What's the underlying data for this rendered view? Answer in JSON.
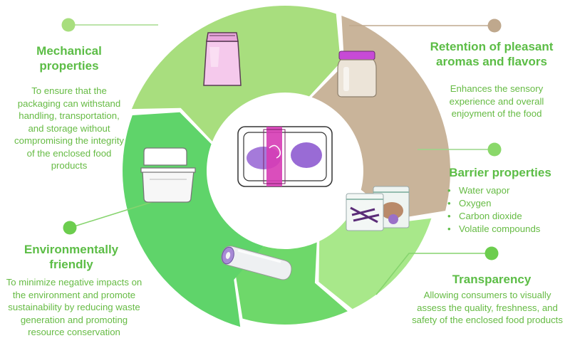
{
  "segments": [
    {
      "key": "mechanical",
      "title": "Mechanical properties",
      "description": "To ensure that the packaging can withstand handling, transportation, and storage without compromising the integrity of the enclosed food products",
      "color": "#a8de7e",
      "icon": "paper-bag-icon"
    },
    {
      "key": "aroma",
      "title": "Retention of pleasant aromas and flavors",
      "description": "Enhances the sensory experience and overall enjoyment of the food",
      "color": "#c9b49a",
      "icon": "glass-jar-icon"
    },
    {
      "key": "barrier",
      "title": "Barrier properties",
      "bullets": [
        "Water vapor",
        "Oxygen",
        "Carbon dioxide",
        "Volatile compounds"
      ],
      "color": "#a8e88a",
      "icon": "zip-bags-icon"
    },
    {
      "key": "transparency",
      "title": "Transparency",
      "description": "Allowing consumers to visually assess the quality, freshness, and safety of the enclosed food products",
      "color": "#6ed86a",
      "icon": "film-roll-icon"
    },
    {
      "key": "environment",
      "title": "Environmentally friendly",
      "description": "To minimize negative impacts on the environment and promote sustainability by reducing waste generation and promoting resource conservation",
      "color": "#5fd46a",
      "icon": "foam-container-icon"
    }
  ],
  "center_icon": "packaged-food-tray-icon",
  "colors": {
    "title_green": "#5cbd46",
    "text_green": "#66bb44",
    "dot_green": "#6ccd4e",
    "dot_tan": "#bfa88d",
    "line_green": "#9ad68a",
    "line_tan": "#bfa88d",
    "tray_magenta": "#d63bb5",
    "tray_purple": "#9b6bd6"
  }
}
